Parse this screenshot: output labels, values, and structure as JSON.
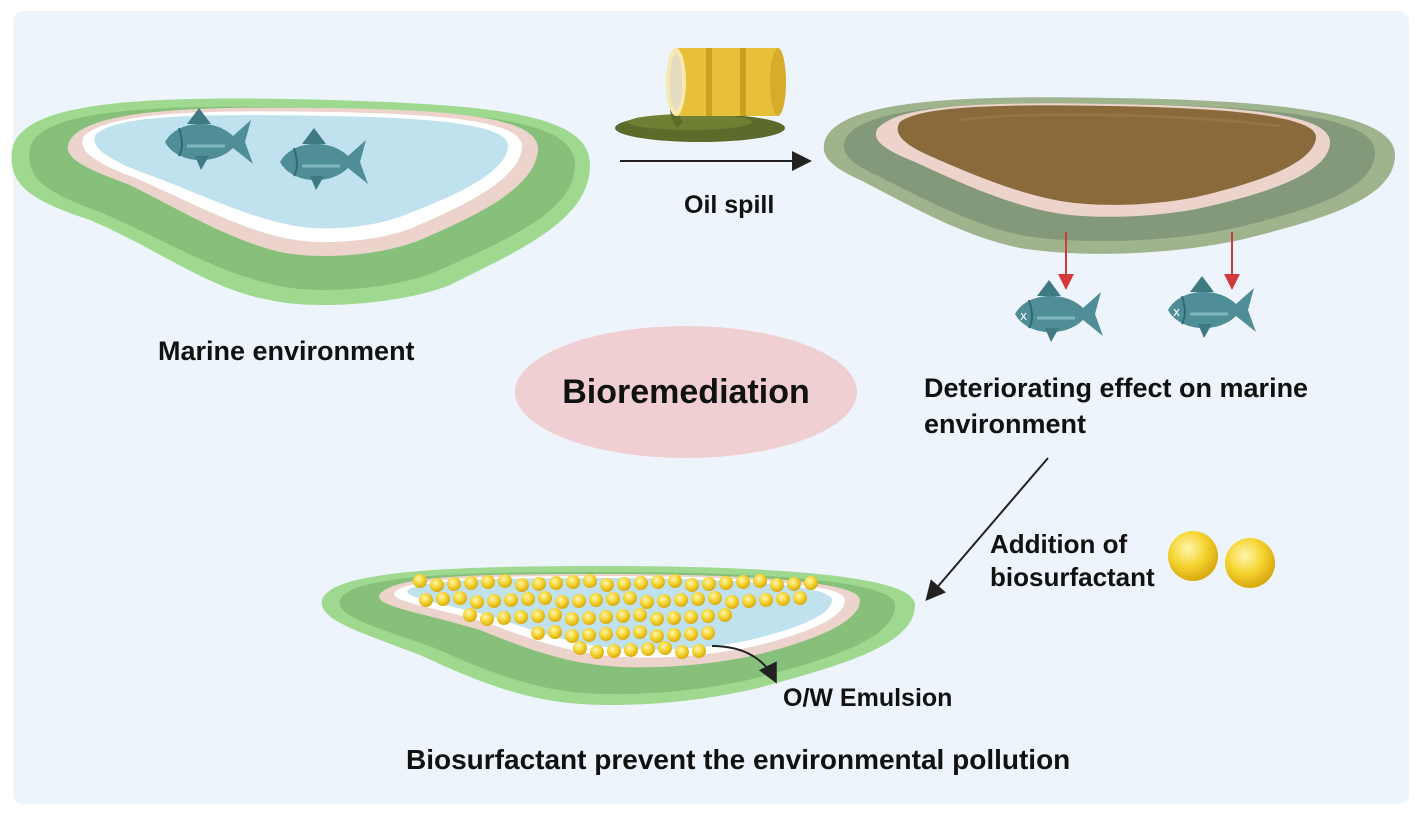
{
  "labels": {
    "marine": "Marine environment",
    "oil_spill": "Oil spill",
    "deteriorating": "Deteriorating effect on marine environment",
    "bioremediation": "Bioremediation",
    "addition": "Addition of biosurfactant",
    "emulsion": "O/W Emulsion",
    "bottom": "Biosurfactant prevent the environmental pollution"
  },
  "colors": {
    "background": "#eef4fb",
    "water": "#bfe2ee",
    "oil": "#8a6a3a",
    "grass": "#8fcf7f",
    "bioremediation_ellipse": "#f0cfd2",
    "biosurfactant": "#f2cf2e",
    "fish": "#4f8e97",
    "arrow_red": "#d23a3a"
  },
  "icons": [
    "oil-barrel-icon",
    "fish-icon",
    "dead-fish-icon",
    "biosurfactant-droplet-icon"
  ]
}
